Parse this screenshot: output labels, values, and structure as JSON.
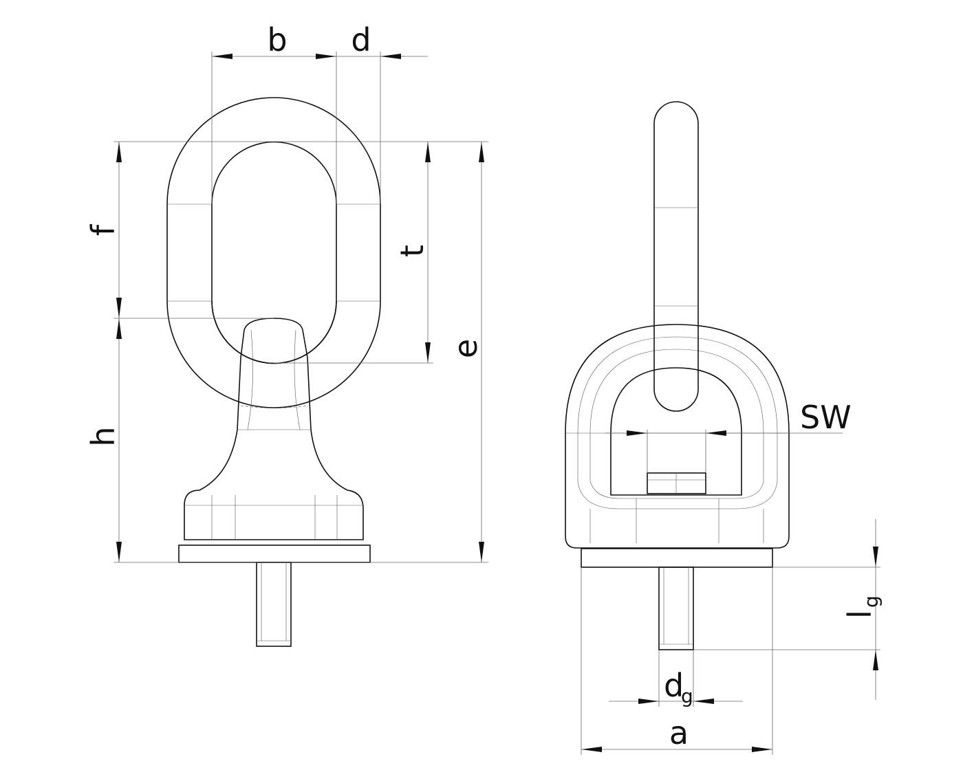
{
  "labels": {
    "b": "b",
    "d": "d",
    "f": "f",
    "t": "t",
    "e": "e",
    "h": "h",
    "sw": "SW",
    "lg_main": "l",
    "lg_sub": "g",
    "dg_main": "d",
    "dg_sub": "g",
    "a": "a"
  }
}
